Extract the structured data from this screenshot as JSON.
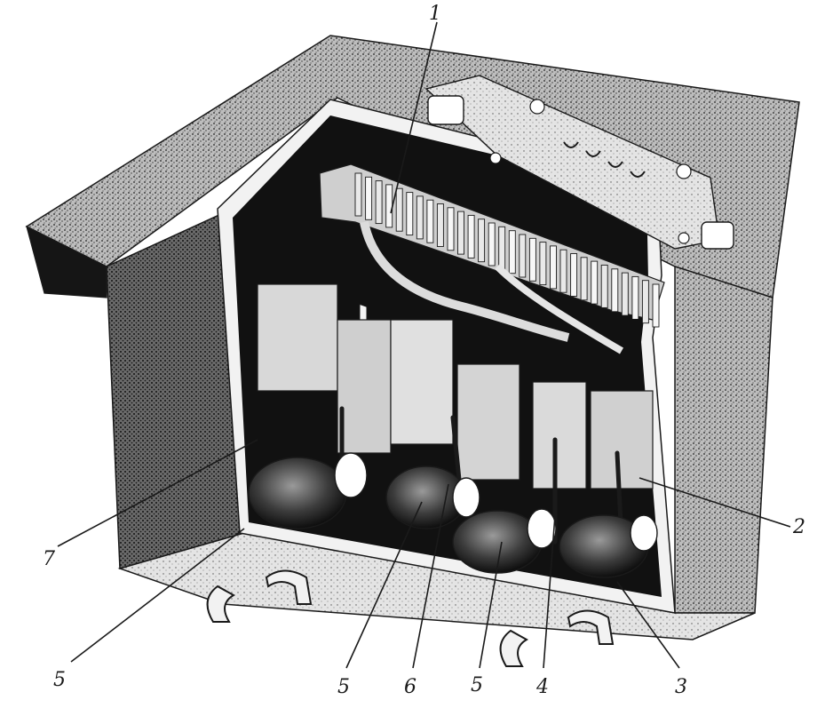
{
  "callouts": [
    {
      "id": "c1",
      "label": "1"
    },
    {
      "id": "c2",
      "label": "2"
    },
    {
      "id": "c3",
      "label": "3"
    },
    {
      "id": "c4",
      "label": "4"
    },
    {
      "id": "c5a",
      "label": "5"
    },
    {
      "id": "c5b",
      "label": "5"
    },
    {
      "id": "c5c",
      "label": "5"
    },
    {
      "id": "c6",
      "label": "6"
    },
    {
      "id": "c7",
      "label": "7"
    }
  ],
  "colors": {
    "ink": "#1a1a1a",
    "stipple_dark": "#3a3a3a",
    "stipple_mid": "#8a8a8a",
    "interior": "#111111",
    "paper": "#ffffff"
  }
}
